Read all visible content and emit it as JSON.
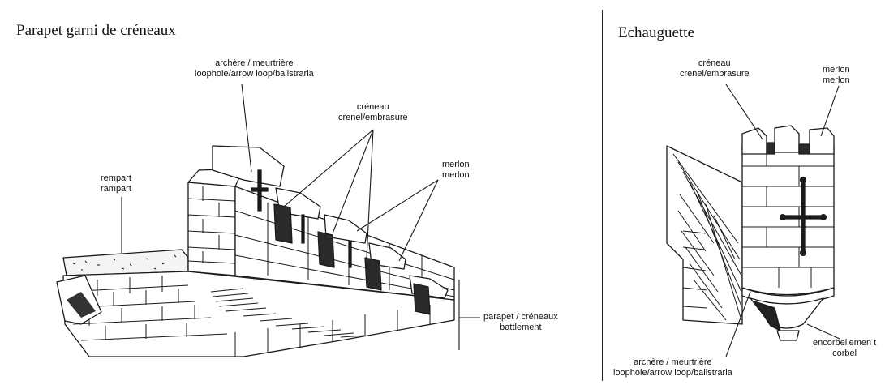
{
  "left_panel": {
    "title": "Parapet garni de créneaux",
    "labels": {
      "archere": [
        "archère / meurtrière",
        "loophole/arrow  loop/balistraria"
      ],
      "creneau": [
        "créneau",
        "crenel/embrasure"
      ],
      "merlon": [
        "merlon",
        "merlon"
      ],
      "rempart": [
        "rempart",
        "rampart"
      ],
      "parapet": [
        "parapet / créneaux",
        "battlement"
      ]
    }
  },
  "right_panel": {
    "title": "Echauguette",
    "labels": {
      "creneau": [
        "créneau",
        "crenel/embrasure"
      ],
      "merlon": [
        "merlon",
        "merlon"
      ],
      "encorbellement": [
        "encorbellemen t",
        "corbel"
      ],
      "archere": [
        "archère / meurtrière",
        "loophole/arrow  loop/balistraria"
      ]
    }
  }
}
